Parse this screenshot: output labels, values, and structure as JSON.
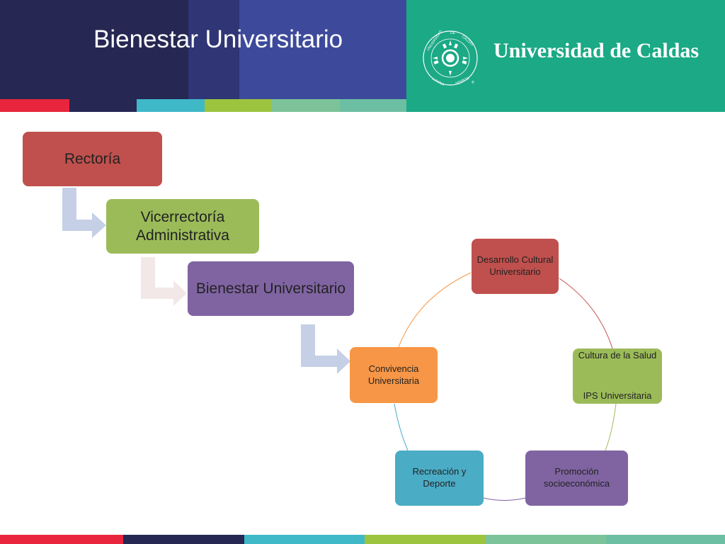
{
  "header": {
    "title": "Bienestar Universitario",
    "logo_text": "Universidad de Caldas",
    "seal_text": "UNIVERSIDAD DE CALDAS · LUMINA SPARGO ®"
  },
  "hierarchy": [
    {
      "label": "Rectoría",
      "color": "#c0504d"
    },
    {
      "label": "Vicerrectoría Administrativa",
      "color": "#9bbb59"
    },
    {
      "label": "Bienestar Universitario",
      "color": "#8064a2"
    }
  ],
  "cycle": {
    "top": {
      "label": "Desarrollo Cultural Universitario",
      "color": "#c0504d"
    },
    "right": {
      "line1": "Cultura de la Salud",
      "line2": "IPS Universitaria",
      "color": "#9bbb59"
    },
    "bottom_right": {
      "label": "Promoción socioeconómica",
      "color": "#8064a2"
    },
    "bottom_left": {
      "label": "Recreación y Deporte",
      "color": "#4bacc6"
    },
    "left": {
      "label": "Convivencia Universitaria",
      "color": "#f79646"
    }
  },
  "colors": {
    "header_navy": "#262752",
    "header_blue": "#3d4a9b",
    "header_green": "#1ba986",
    "arrow": "#c5d0e6"
  }
}
